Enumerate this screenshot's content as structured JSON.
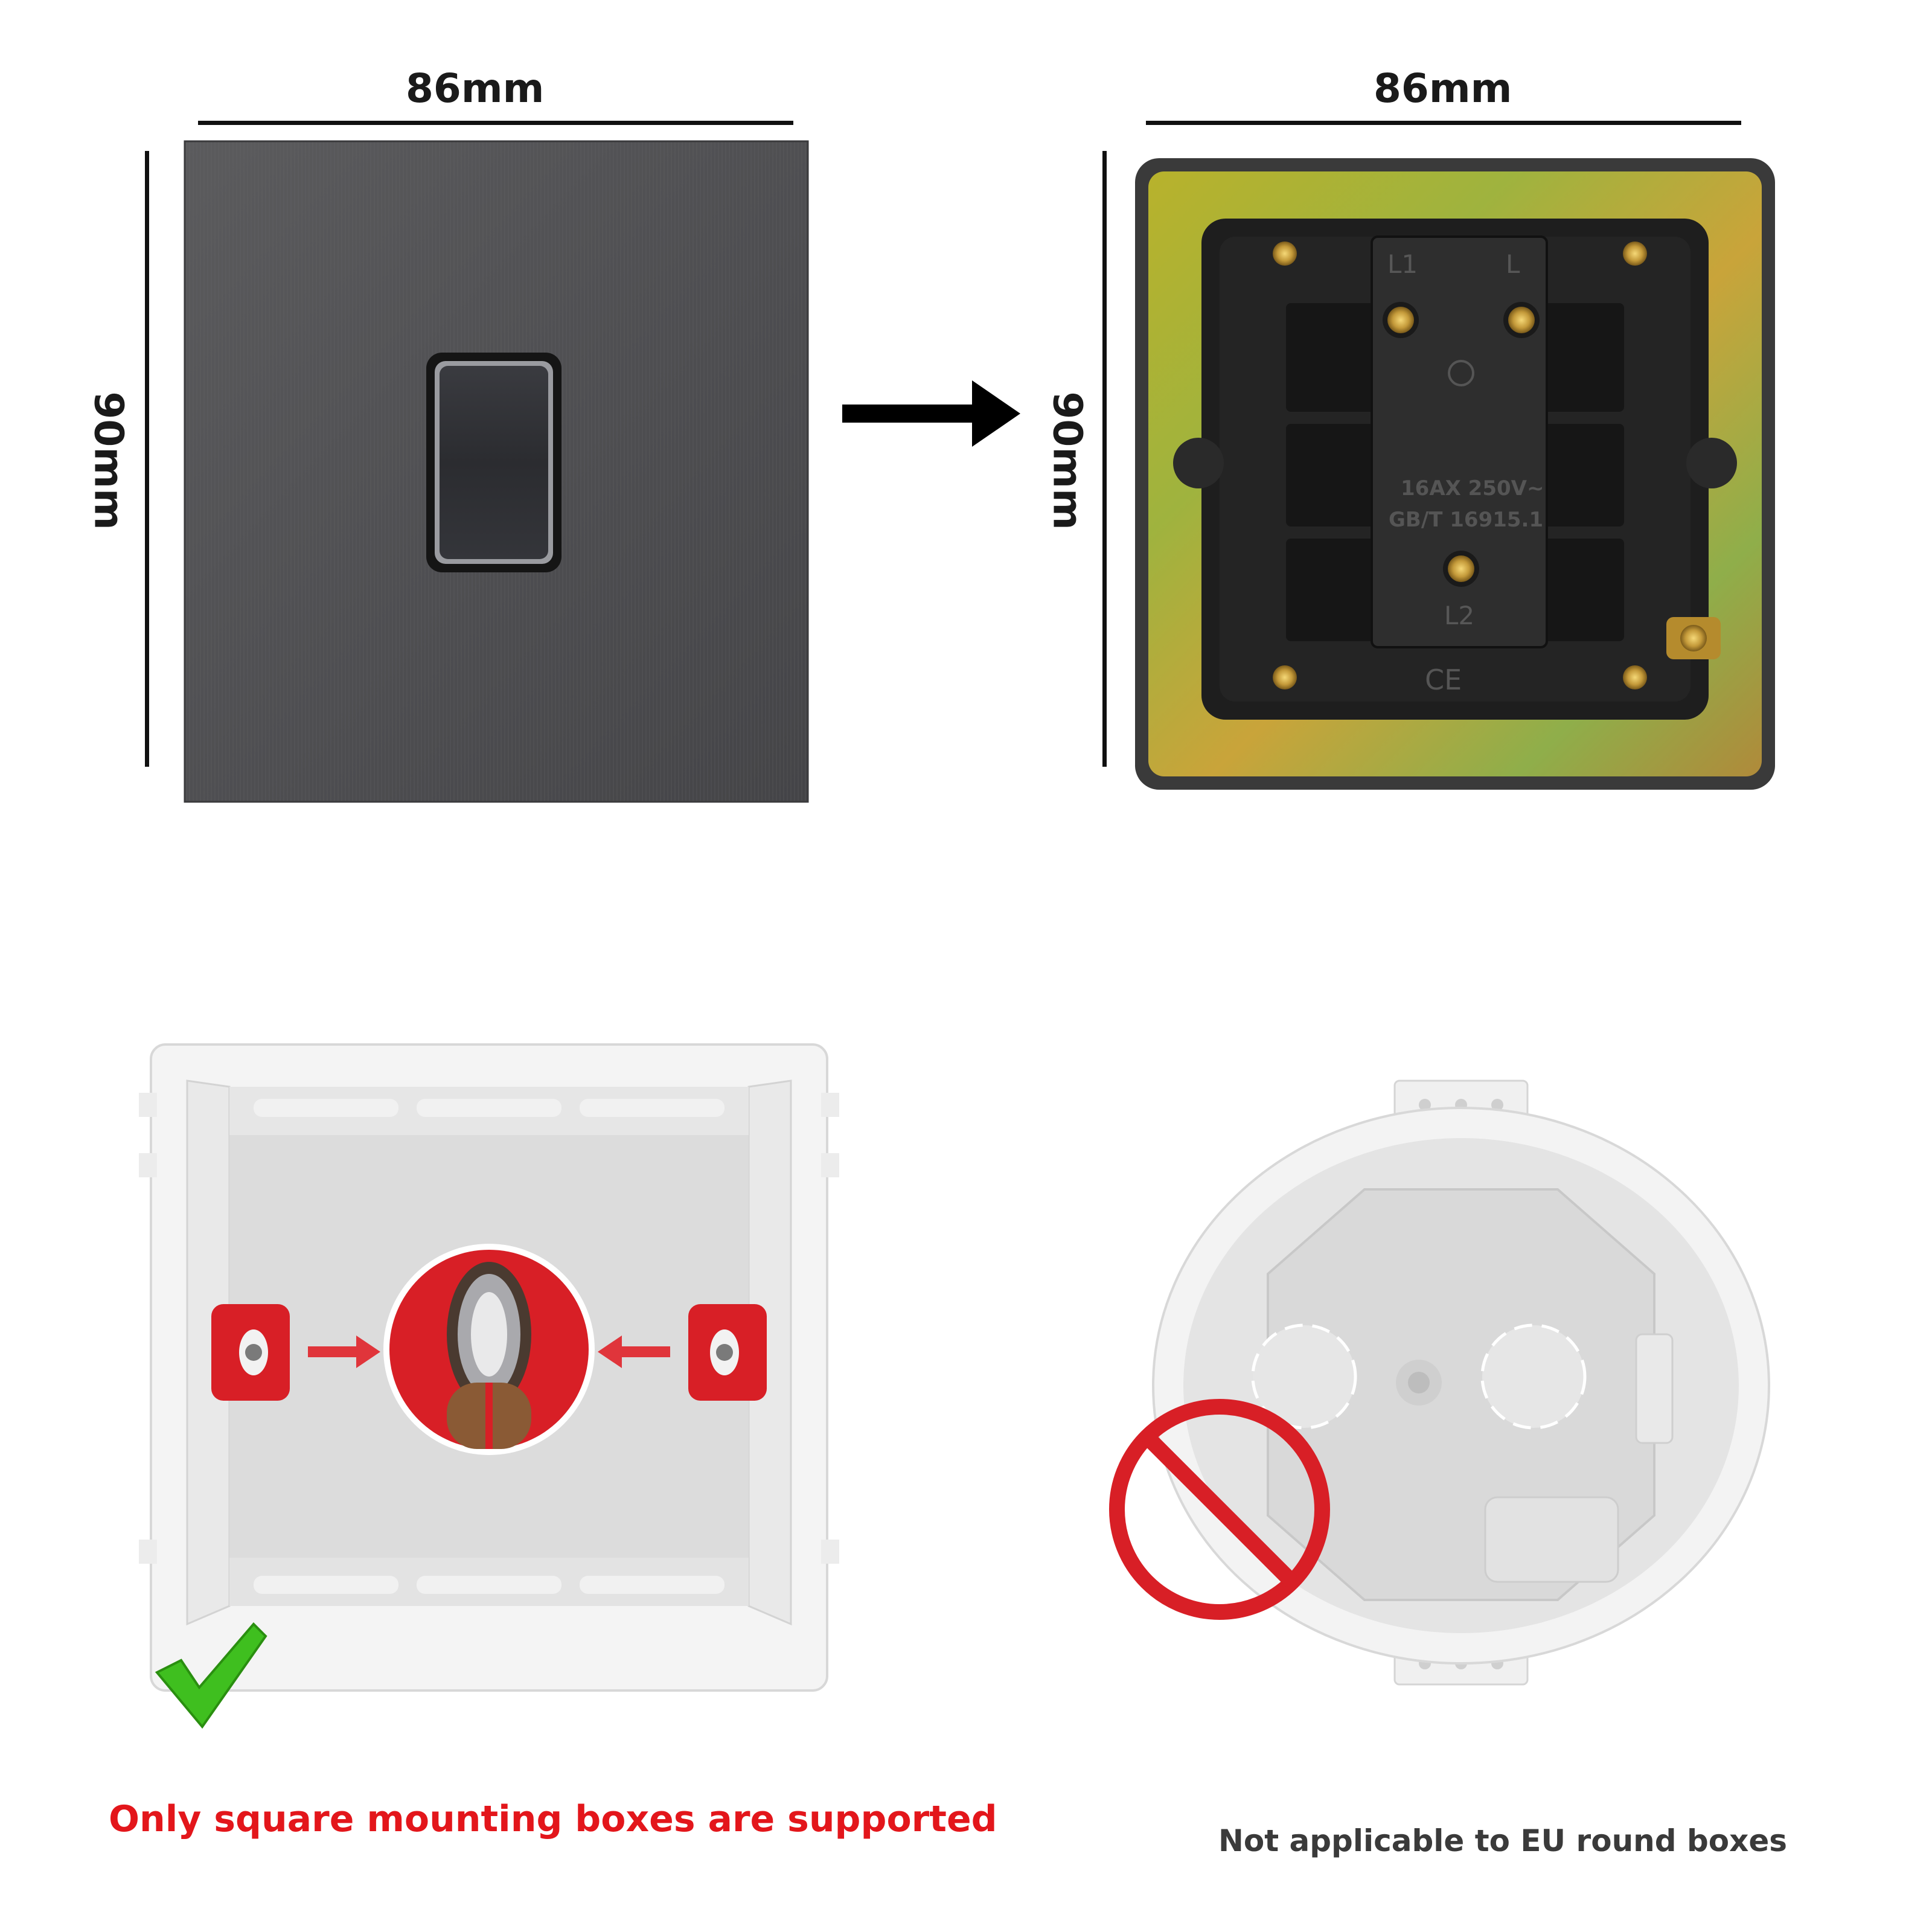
{
  "front_panel": {
    "width_label": "86mm",
    "height_label": "90mm"
  },
  "back_panel": {
    "width_label": "86mm",
    "height_label": "90mm",
    "terminals": {
      "top_left": "L1",
      "top_right": "L",
      "bottom": "L2"
    },
    "rating": "16AX 250V~",
    "standard": "GB/T 16915.1",
    "ce_mark": "CE"
  },
  "square_box": {
    "caption": "Only square mounting boxes are supported",
    "caption_color": "#e3161b",
    "status_icon": "check-icon"
  },
  "round_box": {
    "caption": "Not applicable to EU round boxes",
    "caption_color": "#3a3a3a",
    "status_icon": "prohibited-icon"
  },
  "colors": {
    "accent_red": "#d81f26",
    "check_green": "#3fbf1f"
  }
}
